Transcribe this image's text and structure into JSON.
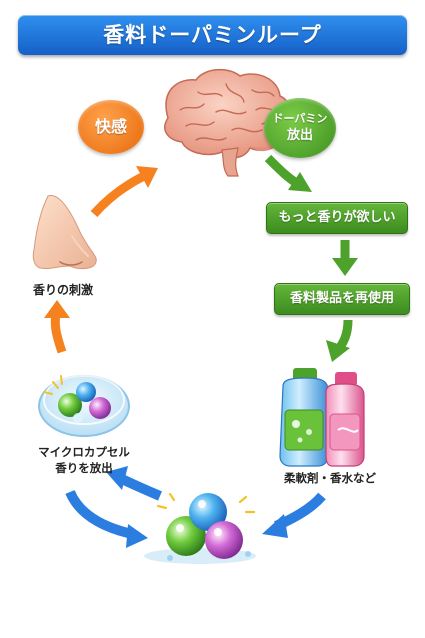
{
  "title": "香料ドーパミンループ",
  "bubbles": {
    "pleasure": "快感",
    "dopamine_line1": "ドーパミン",
    "dopamine_line2": "放出"
  },
  "steps": {
    "want_more": "もっと香りが欲しい",
    "reuse": "香料製品を再使用",
    "products": "柔軟剤・香水など",
    "microcapsule_line1": "マイクロカプセル",
    "microcapsule_line2": "香りを放出",
    "stimulus": "香りの刺激"
  },
  "colors": {
    "title_blue": "#1f78e0",
    "pleasure_orange": "#f07a10",
    "green": "#4ca22a",
    "arrow_blue": "#2b7ee0",
    "arrow_orange": "#f5821f"
  },
  "icons": [
    "brain-icon",
    "nose-icon",
    "petri-dish-icon",
    "detergent-bottle-icon",
    "fragrance-beads-icon"
  ]
}
